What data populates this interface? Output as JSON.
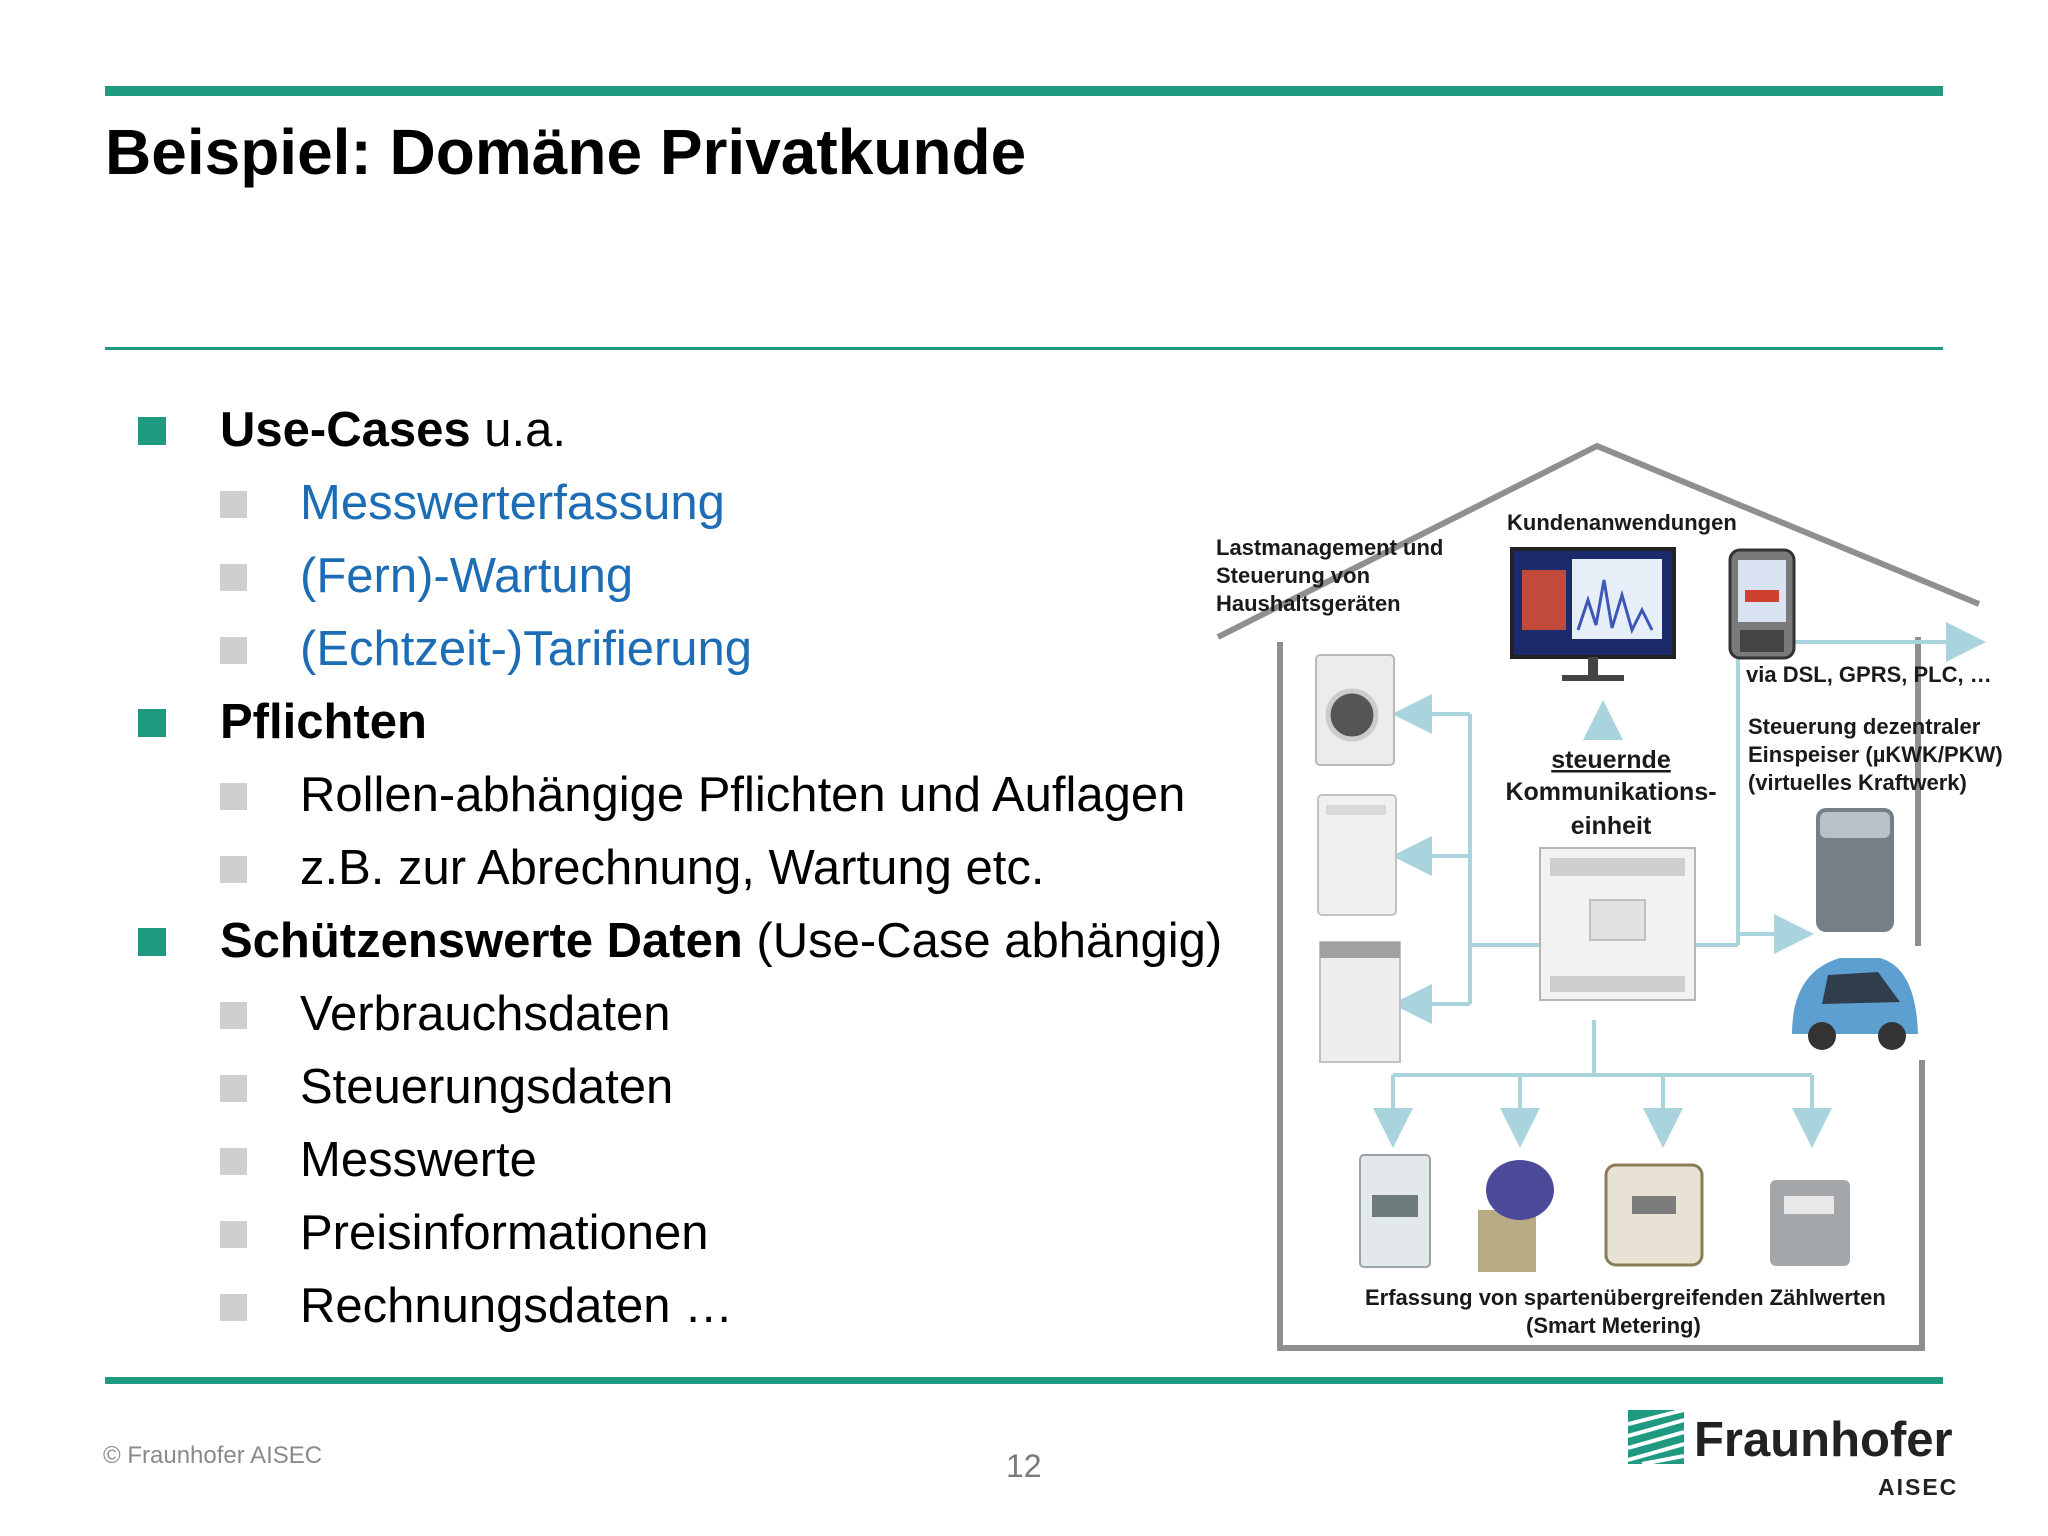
{
  "slide": {
    "title": "Beispiel: Domäne Privatkunde",
    "page_number": "12",
    "copyright": "© Fraunhofer AISEC"
  },
  "bullets": {
    "use_cases": {
      "bold": "Use-Cases",
      "rest": " u.a."
    },
    "use_case_items": [
      "Messwerterfassung",
      "(Fern)-Wartung",
      "(Echtzeit-)Tarifierung"
    ],
    "pflichten": {
      "bold": "Pflichten"
    },
    "pflichten_items": [
      "Rollen-abhängige Pflichten und Auflagen",
      "z.B. zur Abrechnung, Wartung etc."
    ],
    "daten": {
      "bold": "Schützenswerte Daten",
      "rest": " (Use-Case abhängig)"
    },
    "daten_items": [
      "Verbrauchsdaten",
      "Steuerungsdaten",
      "Messwerte",
      "Preisinformationen",
      "Rechnungsdaten …"
    ]
  },
  "diagram": {
    "lastmanagement": [
      "Lastmanagement und",
      "Steuerung von",
      "Haushaltsgeräten"
    ],
    "kundenanwendungen": "Kundenanwendungen",
    "via": "via DSL, GPRS, PLC, …",
    "steuernde": "steuernde",
    "kommunikation": [
      "Kommunikations-",
      "einheit"
    ],
    "dezentral": [
      "Steuerung dezentraler",
      "Einspeiser (µKWK/PKW)",
      "(virtuelles Kraftwerk)"
    ],
    "erfassung": [
      "Erfassung von spartenübergreifenden Zählwerten",
      "(Smart Metering)"
    ]
  },
  "logo": {
    "name": "Fraunhofer",
    "sub": "AISEC"
  },
  "colors": {
    "accent": "#1f9a80",
    "link_blue": "#1c6db5",
    "sub_bullet": "#cfcfcf",
    "arrow": "#a9d4dd"
  }
}
